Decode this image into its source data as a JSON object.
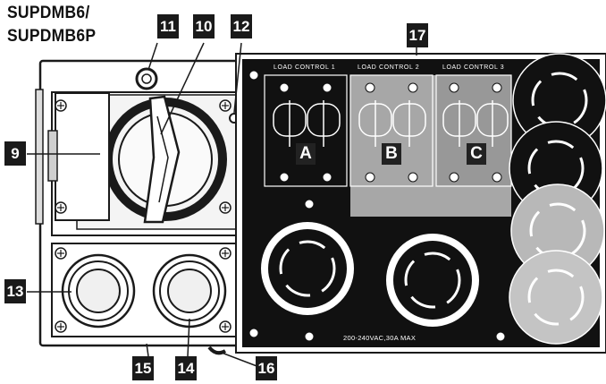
{
  "model": {
    "line1": "SUPDMB6/",
    "line2": "SUPDMB6P"
  },
  "callouts": {
    "c9": "9",
    "c10": "10",
    "c11": "11",
    "c12": "12",
    "c13": "13",
    "c14": "14",
    "c15": "15",
    "c16": "16",
    "c17": "17"
  },
  "panel": {
    "load_control_1": "LOAD CONTROL 1",
    "load_control_2": "LOAD CONTROL 2",
    "load_control_3": "LOAD CONTROL 3",
    "circuit_a": "A",
    "circuit_b": "B",
    "circuit_c": "C",
    "bottom_rating": "200-240VAC,30A MAX"
  },
  "colors": {
    "panel_black": "#111111",
    "highlight_gray": "#b8b8b8",
    "callout_bg": "#1a1a1a"
  }
}
